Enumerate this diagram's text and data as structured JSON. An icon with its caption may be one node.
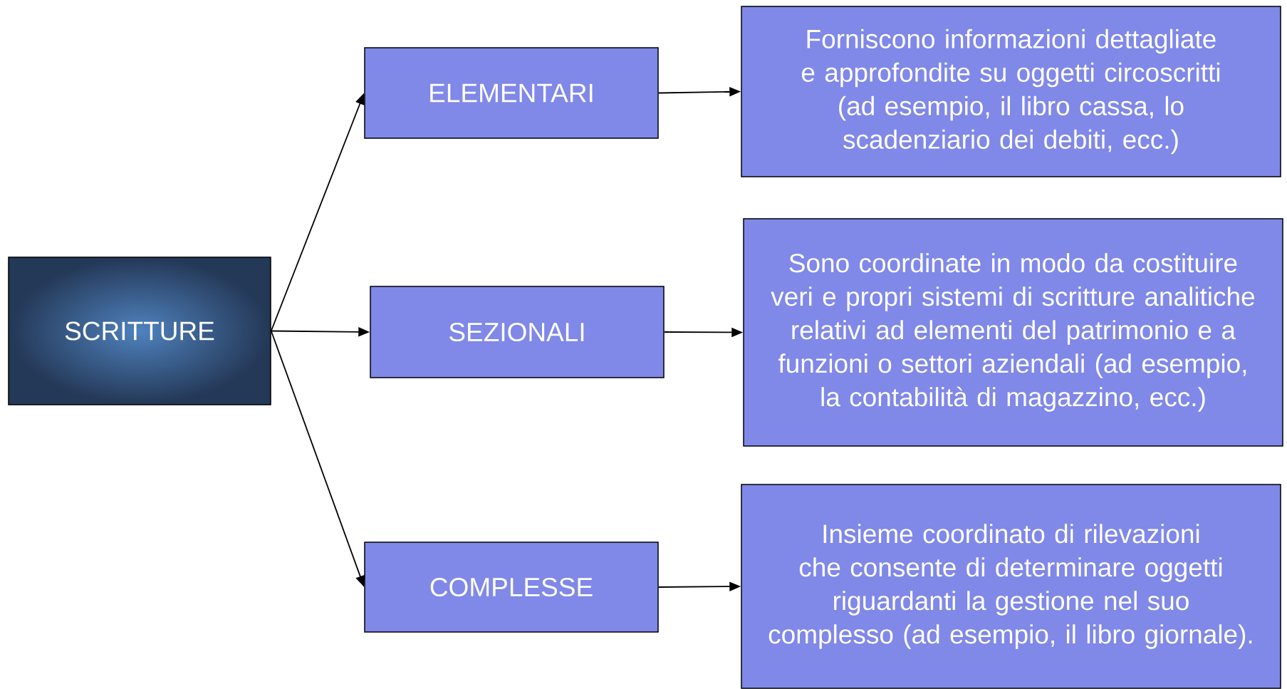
{
  "diagram": {
    "nodes": [
      {
        "text": [
          "SCRITTURE"
        ]
      },
      {
        "text": [
          "ELEMENTARI"
        ]
      },
      {
        "text": [
          "SEZIONALI"
        ]
      },
      {
        "text": [
          "COMPLESSE"
        ]
      },
      {
        "text": [
          "Forniscono informazioni dettagliate e approfondite su oggetti circoscritti (ad esempio, il libro cassa, lo scadenziario dei debiti, ecc.)"
        ]
      },
      {
        "text": [
          "Sono coordinate in modo da costituire veri e propri sistemi di scritture analitiche relativi ad elementi del patrimonio e a funzioni o settori aziendali (ad esempio, la contabilità di magazzino, ecc.)"
        ]
      },
      {
        "text": [
          "Insieme coordinato di rilevazioni che consente di determinare oggetti riguardanti la gestione nel suo complesso (ad esempio, il libro giornale)."
        ]
      }
    ],
    "edges": [
      {
        "from": 0,
        "to": 1,
        "arrow": "to"
      },
      {
        "from": 0,
        "to": 2,
        "arrow": "to"
      },
      {
        "from": 0,
        "to": 3,
        "arrow": "to"
      },
      {
        "from": 1,
        "to": 4,
        "arrow": "to"
      },
      {
        "from": 2,
        "to": 5,
        "arrow": "to"
      },
      {
        "from": 3,
        "to": 6,
        "arrow": "to"
      }
    ]
  }
}
